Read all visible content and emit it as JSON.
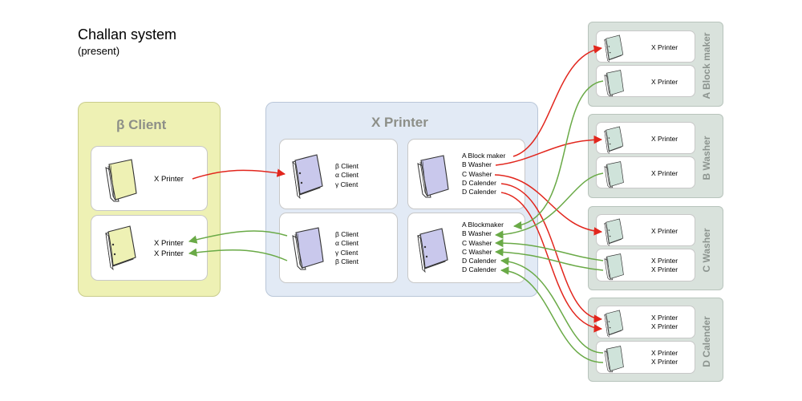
{
  "title": "Challan system",
  "subtitle": "(present)",
  "client_panel": {
    "title": "β Client",
    "card_top": {
      "lines": [
        "X Printer"
      ]
    },
    "card_bottom": {
      "lines": [
        "X Printer",
        "X Printer"
      ]
    }
  },
  "printer_panel": {
    "title": "X Printer",
    "card_tl": {
      "lines": [
        "β Client",
        "α Client",
        "γ Client"
      ]
    },
    "card_tr": {
      "lines": [
        "A Block maker",
        "B Washer",
        "C Washer",
        "D Calender",
        "D Calender"
      ]
    },
    "card_bl": {
      "lines": [
        "β Client",
        "α Client",
        "γ Client",
        "β Client"
      ]
    },
    "card_br": {
      "lines": [
        "A Blockmaker",
        "B Washer",
        "C Washer",
        "C Washer",
        "D Calender",
        "D Calender"
      ]
    }
  },
  "partners": [
    {
      "title": "A Block maker",
      "cards": [
        {
          "lines": [
            "X Printer"
          ]
        },
        {
          "lines": [
            "X Printer"
          ]
        }
      ]
    },
    {
      "title": "B Washer",
      "cards": [
        {
          "lines": [
            "X Printer"
          ]
        },
        {
          "lines": [
            "X Printer"
          ]
        }
      ]
    },
    {
      "title": "C Washer",
      "cards": [
        {
          "lines": [
            "X Printer"
          ]
        },
        {
          "lines": [
            "X Printer",
            "X Printer"
          ]
        }
      ]
    },
    {
      "title": "D Calender",
      "cards": [
        {
          "lines": [
            "X Printer",
            "X Printer"
          ]
        },
        {
          "lines": [
            "X Printer",
            "X Printer"
          ]
        }
      ]
    }
  ],
  "colors": {
    "outgoing_arrow": "#e2261d",
    "incoming_arrow": "#6aaa47",
    "client_panel": "#eef1b4",
    "printer_panel": "#e2eaf5",
    "partner_panel": "#d9e2dc",
    "client_doc": "#eef1b4",
    "printer_doc": "#c9c8ec",
    "partner_doc": "#cfe3da"
  }
}
